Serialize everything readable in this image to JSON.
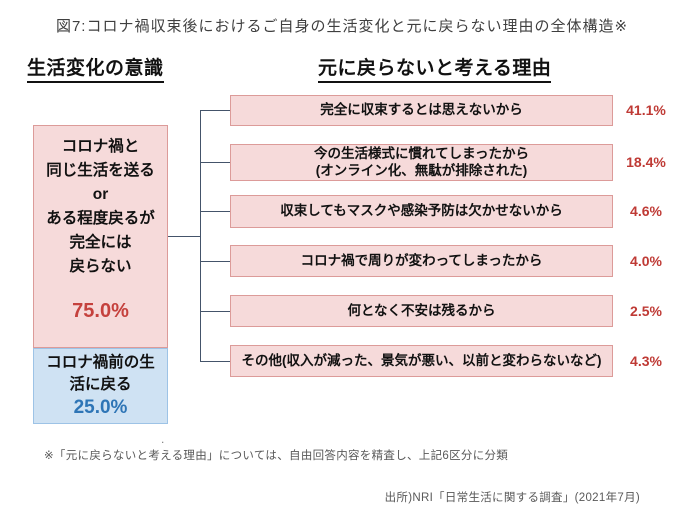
{
  "title": "図7:コロナ禍収束後におけるご自身の生活変化と元に戻らない理由の全体構造※",
  "left_panel": {
    "header": "生活変化の意識",
    "not_back_box": {
      "lines": [
        "コロナ禍と",
        "同じ生活を送る",
        "or",
        "ある程度戻るが",
        "完全には",
        "戻らない"
      ],
      "value": "75.0%"
    },
    "back_box": {
      "label": "コロナ禍前の生活に戻る",
      "value": "25.0%"
    }
  },
  "right_panel": {
    "header": "元に戻らないと考える理由",
    "reasons": [
      {
        "label": "完全に収束するとは思えないから",
        "value": "41.1%"
      },
      {
        "label": "今の生活様式に慣れてしまったから\n(オンライン化、無駄が排除された)",
        "value": "18.4%"
      },
      {
        "label": "収束してもマスクや感染予防は欠かせないから",
        "value": "4.6%"
      },
      {
        "label": "コロナ禍で周りが変わってしまったから",
        "value": "4.0%"
      },
      {
        "label": "何となく不安は残るから",
        "value": "2.5%"
      },
      {
        "label": "その他(収入が減った、景気が悪い、以前と変わらないなど)",
        "value": "4.3%"
      }
    ]
  },
  "footnote": "※「元に戻らないと考える理由」については、自由回答内容を精査し、上記6区分に分類",
  "stray_mark": ".",
  "source": "出所)NRI「日常生活に関する調査」(2021年7月)",
  "colors": {
    "pink_fill": "#f6dada",
    "pink_border": "#dc9b99",
    "blue_fill": "#cfe2f3",
    "blue_border": "#9dc3e6",
    "percent_red": "#bf3a35",
    "value_red": "#c5413d",
    "value_blue": "#2e75b6",
    "connector": "#44546a"
  },
  "chart_data": {
    "type": "table",
    "title": "図7:コロナ禍収束後におけるご自身の生活変化と元に戻らない理由の全体構造※",
    "groups": [
      {
        "category": "コロナ禍と同じ生活を送る or ある程度戻るが完全には戻らない",
        "value_pct": 75.0
      },
      {
        "category": "コロナ禍前の生活に戻る",
        "value_pct": 25.0
      }
    ],
    "reasons": [
      {
        "label": "完全に収束するとは思えないから",
        "value_pct": 41.1
      },
      {
        "label": "今の生活様式に慣れてしまったから(オンライン化、無駄が排除された)",
        "value_pct": 18.4
      },
      {
        "label": "収束してもマスクや感染予防は欠かせないから",
        "value_pct": 4.6
      },
      {
        "label": "コロナ禍で周りが変わってしまったから",
        "value_pct": 4.0
      },
      {
        "label": "何となく不安は残るから",
        "value_pct": 2.5
      },
      {
        "label": "その他(収入が減った、景気が悪い、以前と変わらないなど)",
        "value_pct": 4.3
      }
    ]
  }
}
